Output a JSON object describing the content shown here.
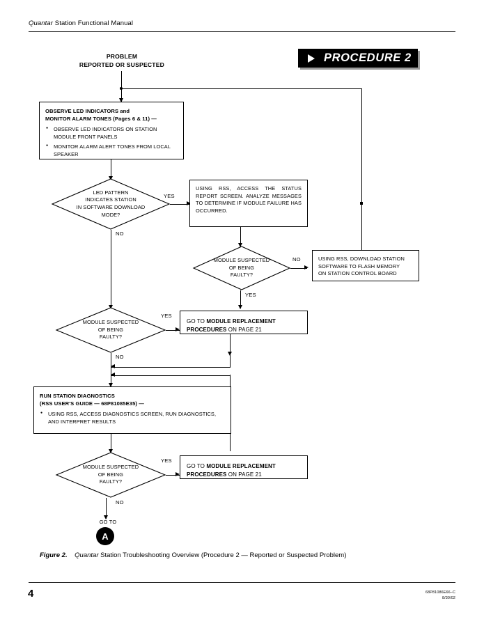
{
  "header": {
    "title_italic": "Quantar",
    "title_rest": "Station Functional Manual"
  },
  "footer": {
    "page_number": "4",
    "part_number": "68P81086E66–C",
    "date": "8/30/02"
  },
  "figure_caption": {
    "label": "Figure 2.",
    "italic_word": "Quantar",
    "rest": "Station Troubleshooting Overview  (Procedure 2 — Reported or Suspected Problem)"
  },
  "procedure_badge": {
    "label": "PROCEDURE 2"
  },
  "flow": {
    "start": {
      "line1": "PROBLEM",
      "line2": "REPORTED OR SUSPECTED"
    },
    "observe_box": {
      "heading_line1": "OBSERVE LED INDICATORS and",
      "heading_line2": "MONITOR ALARM TONES (Pages 6 & 11) —",
      "bullets": [
        "OBSERVE  LED  INDICATORS  ON  STATION MODULE FRONT PANELS",
        "MONITOR ALARM ALERT TONES FROM LOCAL SPEAKER"
      ]
    },
    "decision_led": {
      "line1": "LED PATTERN",
      "line2": "INDICATES STATION",
      "line3": "IN SOFTWARE DOWNLOAD",
      "line4": "MODE?",
      "yes_label": "YES",
      "no_label": "NO"
    },
    "rss_status_box": {
      "text": "USING RSS, ACCESS THE STATUS REPORT SCREEN. ANALYZE MESSAGES TO DETERMINE IF MODULE FAILURE HAS OCCURRED."
    },
    "decision_module_2": {
      "line1": "MODULE SUSPECTED",
      "line2": "OF BEING",
      "line3": "FAULTY?",
      "no_label": "NO",
      "yes_label": "YES"
    },
    "download_box": {
      "line1": "USING RSS, DOWNLOAD STATION",
      "line2": "SOFTWARE TO FLASH MEMORY",
      "line3": "ON STATION CONTROL BOARD"
    },
    "decision_module_1": {
      "line1": "MODULE SUSPECTED",
      "line2": "OF BEING",
      "line3": "FAULTY?",
      "yes_label": "YES",
      "no_label": "NO"
    },
    "goto_box_1": {
      "pre": "GO TO ",
      "bold": "MODULE REPLACEMENT PROCEDURES",
      "post": " ON PAGE 21"
    },
    "diagnostics_box": {
      "heading_line1": "RUN STATION DIAGNOSTICS",
      "heading_line2": "(RSS USER'S GUIDE — 68P81085E35) —",
      "bullets": [
        "USING RSS, ACCESS DIAGNOSTICS SCREEN, RUN DIAGNOSTICS, AND INTERPRET RESULTS"
      ]
    },
    "decision_module_3": {
      "line1": "MODULE SUSPECTED",
      "line2": "OF BEING",
      "line3": "FAULTY?",
      "yes_label": "YES",
      "no_label": "NO"
    },
    "goto_box_2": {
      "pre": "GO TO ",
      "bold": "MODULE REPLACEMENT PROCEDURES",
      "post": " ON PAGE 21"
    },
    "connector": {
      "caption": "GO TO",
      "letter": "A"
    }
  }
}
